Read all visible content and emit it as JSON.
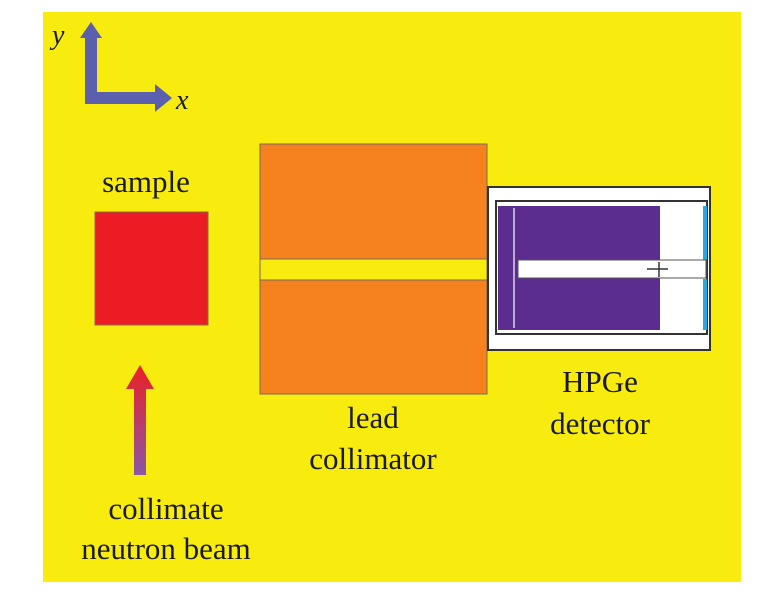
{
  "axes": {
    "x_label": "x",
    "y_label": "y"
  },
  "labels": {
    "sample": "sample",
    "beam_line1": "collimate",
    "beam_line2": "neutron beam",
    "collimator_line1": "lead",
    "collimator_line2": "collimator",
    "detector_line1": "HPGe",
    "detector_line2": "detector"
  },
  "colors": {
    "background": "#f7ec0d",
    "sample": "#ec1c24",
    "collimator": "#f5821f",
    "collimator_slit": "#f7ec0d",
    "detector_crystal": "#5b2d8e",
    "detector_housing": "#ffffff",
    "detector_window": "#29a9e0",
    "axis_arrow": "#5a5fae",
    "beam_arrow_top": "#ec2024",
    "beam_arrow_bottom": "#8a57a6"
  }
}
